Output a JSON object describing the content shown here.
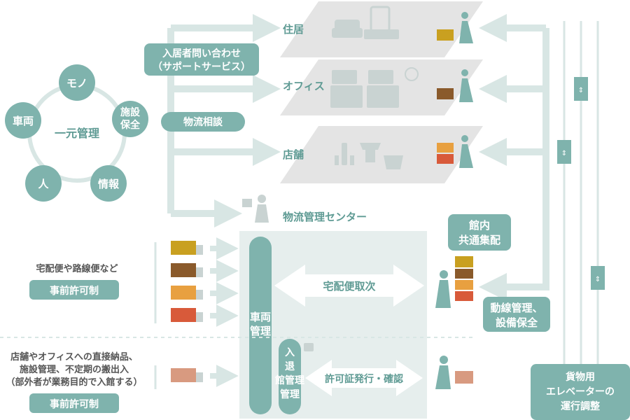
{
  "colors": {
    "teal": "#7fb3ad",
    "teal_dark": "#5f9b94",
    "arrow_light": "#d8e6e4",
    "platform": "#e4e4e4",
    "icon_gray": "#c9d3d2",
    "box_mustard": "#c9a020",
    "box_brown": "#8a5a2b",
    "box_orange": "#e8a040",
    "box_red": "#d85a3a",
    "box_salmon": "#d89a80",
    "text_dark": "#555555"
  },
  "management_cycle": {
    "center": "一元管理",
    "items": [
      "モノ",
      "施設\n保全",
      "情報",
      "人",
      "車両"
    ]
  },
  "services": {
    "inquiry_line1": "入居者問い合わせ",
    "inquiry_line2": "（サポートサービス）",
    "consult": "物流相談"
  },
  "floors": {
    "residence": "住居",
    "office": "オフィス",
    "store": "店舗"
  },
  "center_label": "物流管理センター",
  "internal_delivery": {
    "line1": "館内",
    "line2": "共通集配"
  },
  "route_management": {
    "line1": "動線管理、",
    "line2": "設備保全"
  },
  "courier": {
    "caption": "宅配便や路線便など",
    "permit": "事前許可制",
    "relay": "宅配便取次"
  },
  "direct": {
    "line1": "店舗やオフィスへの直接納品、",
    "line2": "施設管理、不定期の搬出入",
    "line3": "（部外者が業務目的で入館する）",
    "permit": "事前許可制"
  },
  "vehicle_management": "車両\n管理",
  "entry_management": "入退\n館管理",
  "permit_issue": "許可証発行・確認",
  "elevator": {
    "line1": "貨物用",
    "line2": "エレベーターの",
    "line3": "運行調整"
  }
}
